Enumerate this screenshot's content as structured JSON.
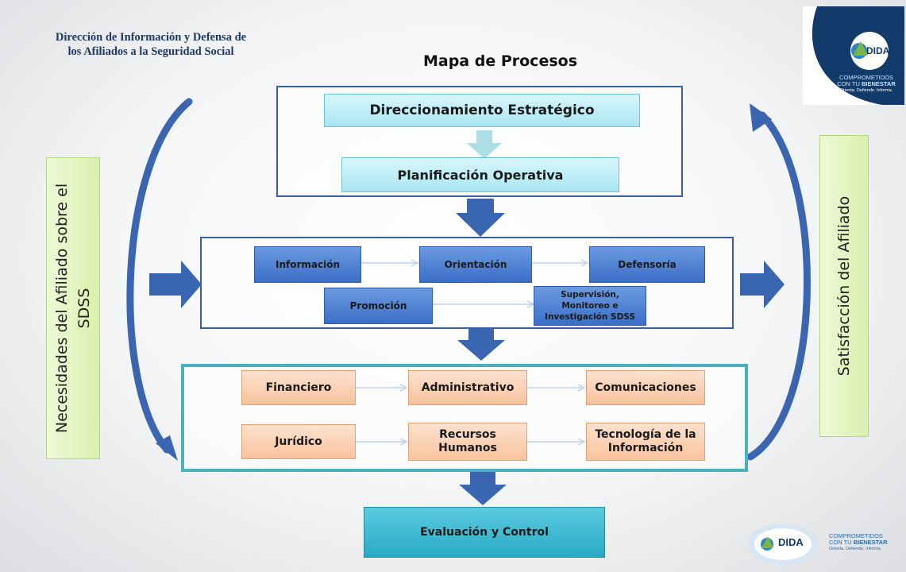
{
  "header": {
    "org_name_line1": "Dirección de Información y Defensa de",
    "org_name_line2": "los Afiliados a la Seguridad Social",
    "map_title": "Mapa de Procesos"
  },
  "strategic": {
    "top": "Direccionamiento Estratégico",
    "bottom": "Planificación Operativa"
  },
  "core": {
    "row1": [
      "Información",
      "Orientación",
      "Defensoría"
    ],
    "row2_left": "Promoción",
    "row2_right": "Supervisión, Monitoreo e Investigación  SDSS"
  },
  "support": {
    "row1": [
      "Financiero",
      "Administrativo",
      "Comunicaciones"
    ],
    "row2": [
      "Jurídico",
      "Recursos Humanos",
      "Tecnología de la Información"
    ]
  },
  "evaluation": "Evaluación y Control",
  "left_label_line1": "Necesidades del Afiliado sobre el",
  "left_label_line2": "SDSS",
  "right_label": "Satisfacción del Afiliado",
  "logo": {
    "brand": "DIDA",
    "tagline_line1": "COMPROMETIDOS",
    "tagline_line2_a": "CON TU ",
    "tagline_line2_b": "BIENESTAR",
    "motto": "Orienta. Defiende. Informa."
  },
  "colors": {
    "frame_blue": "#3a5ea8",
    "support_frame": "#4ab0c0",
    "arrow_blue": "#3a65b0",
    "core_box": "#4a7fd4",
    "support_box": "#fbd0b2",
    "eval_box": "#34b6ce",
    "side_label": "#e3f5c0"
  }
}
